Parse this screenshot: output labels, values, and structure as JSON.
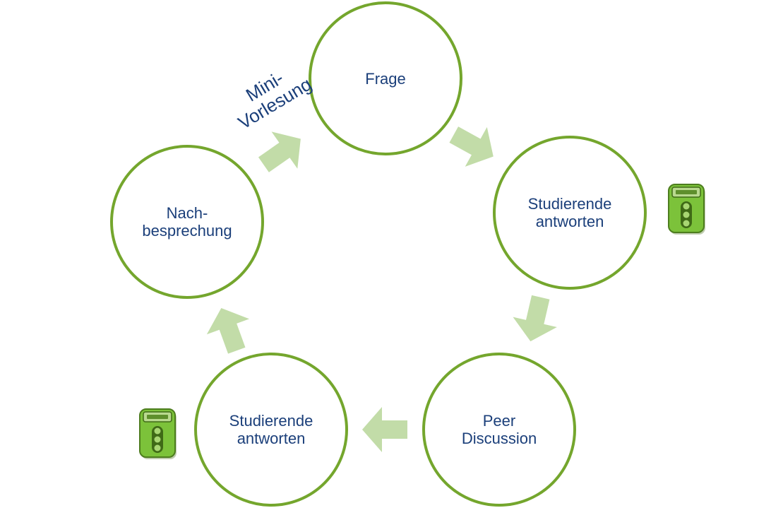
{
  "diagram": {
    "nodes": [
      {
        "id": "frage",
        "lines": [
          "Frage"
        ]
      },
      {
        "id": "studierende-antworten-1",
        "lines": [
          "Studierende",
          "antworten"
        ]
      },
      {
        "id": "peer-discussion",
        "lines": [
          "Peer",
          "Discussion"
        ]
      },
      {
        "id": "studierende-antworten-2",
        "lines": [
          "Studierende",
          "antworten"
        ]
      },
      {
        "id": "nachbesprechung",
        "lines": [
          "Nach-",
          "besprechung"
        ]
      }
    ],
    "edges": [
      {
        "from": "frage",
        "to": "studierende-antworten-1"
      },
      {
        "from": "studierende-antworten-1",
        "to": "peer-discussion"
      },
      {
        "from": "peer-discussion",
        "to": "studierende-antworten-2"
      },
      {
        "from": "studierende-antworten-2",
        "to": "nachbesprechung"
      },
      {
        "from": "nachbesprechung",
        "to": "frage",
        "label_lines": [
          "Mini-",
          "Vorlesung"
        ]
      }
    ],
    "icons": [
      "clicker-icon",
      "clicker-icon"
    ],
    "colors": {
      "circle_border": "#74a62d",
      "arrow": "#c2dca8",
      "text": "#1b3f7a",
      "clicker": "#7cc23a"
    }
  }
}
